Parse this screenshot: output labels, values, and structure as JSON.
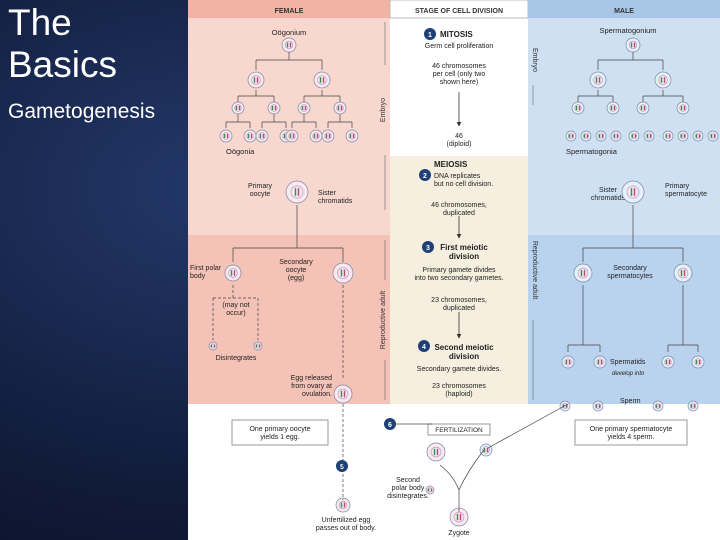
{
  "slide": {
    "title_line1": "The",
    "title_line2": "Basics",
    "subtitle": "Gametogenesis"
  },
  "colors": {
    "female_bg": "#f8d7cf",
    "female_dark": "#f0b4a7",
    "stage_bg": "#f6efdf",
    "male_bg": "#cfe0f2",
    "male_dark": "#a8c6e6",
    "step_circle": "#1e3f78",
    "nucleus_outline": "#7a5a8f"
  },
  "header": {
    "female": "FEMALE",
    "stage": "STAGE OF CELL DIVISION",
    "male": "MALE"
  },
  "side_labels": {
    "embryo_female": "Embryo",
    "embryo_male": "Embryo",
    "adult_female": "Reproductive adult",
    "adult_male": "Reproductive adult"
  },
  "female": {
    "oogonium": "Oögonium",
    "oogonia": "Oögonia",
    "primary_oocyte": "Primary\noocyte",
    "sister_chromatids": "Sister\nchromatids",
    "first_polar_body": "First polar\nbody",
    "secondary_oocyte": "Secondary\noocyte\n(egg)",
    "may_not_occur": "(may not\noccur)",
    "disintegrates": "Disintegrates",
    "egg_released": "Egg released\nfrom ovary at\novulation."
  },
  "male": {
    "spermatogonium": "Spermatogonium",
    "spermatogonia": "Spermatogonia",
    "sister_chromatids": "Sister\nchromatids",
    "primary_spermatocyte": "Primary\nspermatocyte",
    "secondary_spermatocytes": "Secondary\nspermatocytes",
    "spermatids": "Spermatids",
    "develop_into": "develop into",
    "sperm": "Sperm"
  },
  "stages": [
    {
      "num": "1",
      "title": "MITOSIS",
      "lines": "Germ cell proliferation",
      "detail": "46 chromosomes\nper cell (only two\nshown here)",
      "sub": "46\n(diploid)"
    },
    {
      "num": "2",
      "title": "MEIOSIS",
      "lines": "DNA replicates\nbut no cell division.",
      "detail": "46 chromosomes,\nduplicated"
    },
    {
      "num": "3",
      "title": "First meiotic\ndivision",
      "lines": "Primary gamete divides\ninto two secondary gametes.",
      "detail": "23 chromosomes,\nduplicated"
    },
    {
      "num": "4",
      "title": "Second meiotic\ndivision",
      "lines": "Secondary gamete divides.",
      "detail": "23 chromosomes\n(haploid)"
    }
  ],
  "bottom": {
    "female_box": "One primary oocyte\nyields 1 egg.",
    "male_box": "One primary spermatocyte\nyields 4 sperm.",
    "step5": "5",
    "step6": "6",
    "fertilization": "FERTILIZATION",
    "second_polar": "Second\npolar body\ndisintegrates.",
    "unfertilized": "Unfertilized egg\npasses out of body.",
    "zygote": "Zygote"
  }
}
